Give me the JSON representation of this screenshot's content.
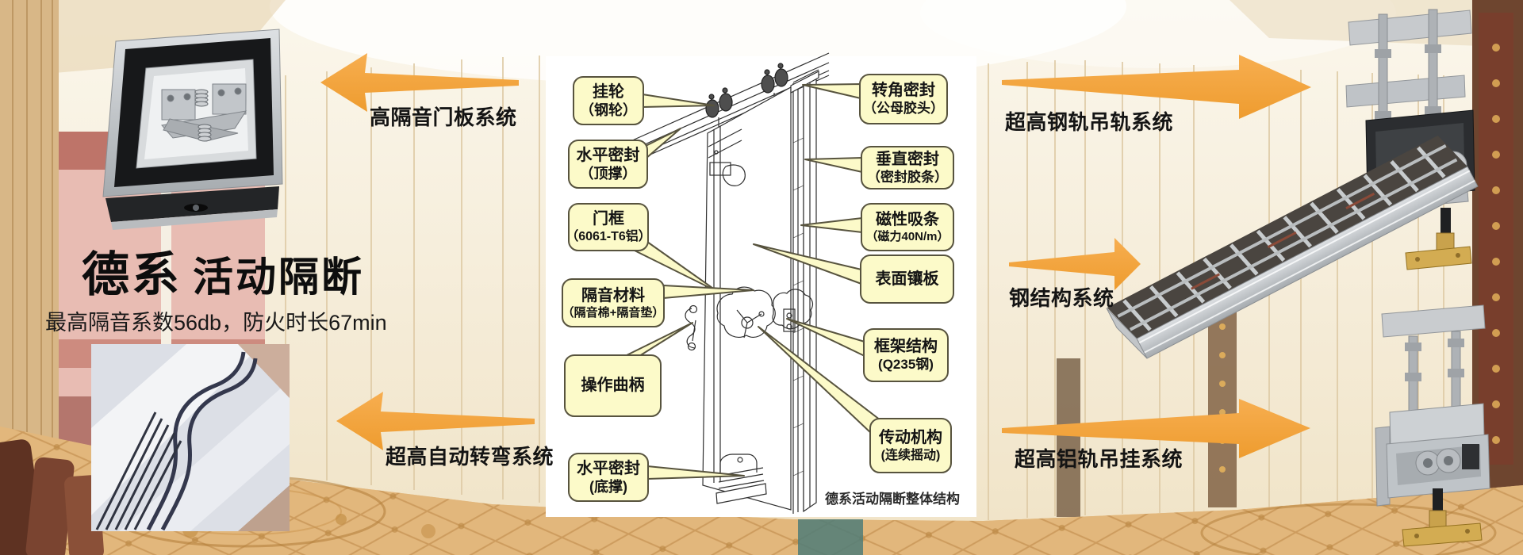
{
  "title": {
    "brand": "德系",
    "rest": "活动隔断"
  },
  "subtitle": "最高隔音系数56db，防火时长67min",
  "arrow_labels": {
    "top_left": "高隔音门板系统",
    "bottom_left": "超高自动转弯系统",
    "top_right": "超高钢轨吊轨系统",
    "middle_right": "钢结构系统",
    "bottom_right": "超高铝轨吊挂系统"
  },
  "diagram": {
    "caption": "德系活动隔断整体结构",
    "callouts_left": [
      {
        "line1": "挂轮",
        "line2": "（钢轮）"
      },
      {
        "line1": "水平密封",
        "line2": "（顶撑）"
      },
      {
        "line1": "门框",
        "line2": "（6061-T6铝）"
      },
      {
        "line1": "隔音材料",
        "line2": "（隔音棉+隔音垫）"
      },
      {
        "line1": "操作曲柄",
        "line2": ""
      },
      {
        "line1": "水平密封",
        "line2": "(底撑)"
      }
    ],
    "callouts_right": [
      {
        "line1": "转角密封",
        "line2": "（公母胶头）"
      },
      {
        "line1": "垂直密封",
        "line2": "（密封胶条）"
      },
      {
        "line1": "磁性吸条",
        "line2": "（磁力40N/m）"
      },
      {
        "line1": "表面镶板",
        "line2": ""
      },
      {
        "line1": "框架结构",
        "line2": "(Q235钢)"
      },
      {
        "line1": "传动机构",
        "line2": "(连续摇动)"
      }
    ]
  },
  "images": [
    {
      "id": "door-panel-sound-module"
    },
    {
      "id": "auto-turning-track"
    },
    {
      "id": "steel-rail-hanging-wheel"
    },
    {
      "id": "steel-structure-frame"
    },
    {
      "id": "aluminum-rail-hanging-wheel"
    }
  ],
  "colors": {
    "arrow": "#F5A43C",
    "callout_fill": "#FCFAC9",
    "callout_border": "#57533E"
  }
}
